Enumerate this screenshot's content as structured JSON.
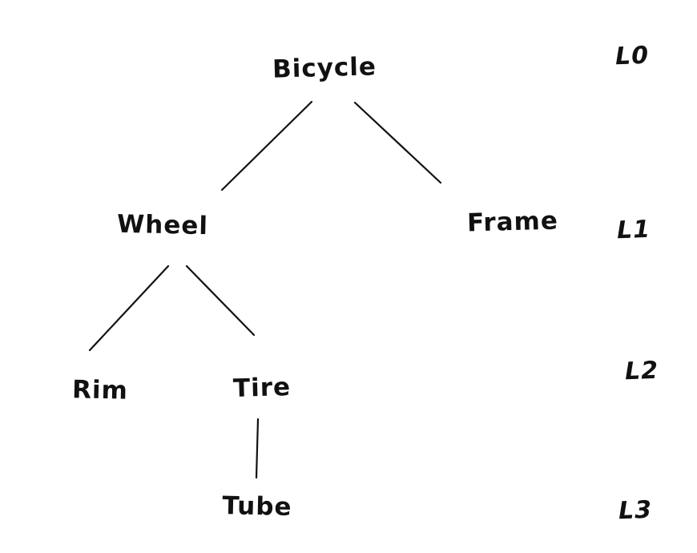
{
  "diagram": {
    "background_color": "#ffffff",
    "ink_color": "#111111",
    "root": "Bicycle",
    "nodes": [
      {
        "id": "bicycle",
        "label": "Bicycle",
        "level": 0
      },
      {
        "id": "wheel",
        "label": "Wheel",
        "level": 1
      },
      {
        "id": "frame",
        "label": "Frame",
        "level": 1
      },
      {
        "id": "rim",
        "label": "Rim",
        "level": 2
      },
      {
        "id": "tire",
        "label": "Tire",
        "level": 2
      },
      {
        "id": "tube",
        "label": "Tube",
        "level": 3
      }
    ],
    "edges": [
      {
        "from": "Bicycle",
        "to": "Wheel"
      },
      {
        "from": "Bicycle",
        "to": "Frame"
      },
      {
        "from": "Wheel",
        "to": "Rim"
      },
      {
        "from": "Wheel",
        "to": "Tire"
      },
      {
        "from": "Tire",
        "to": "Tube"
      }
    ],
    "level_labels": [
      {
        "label": "L0"
      },
      {
        "label": "L1"
      },
      {
        "label": "L2"
      },
      {
        "label": "L3"
      }
    ]
  }
}
